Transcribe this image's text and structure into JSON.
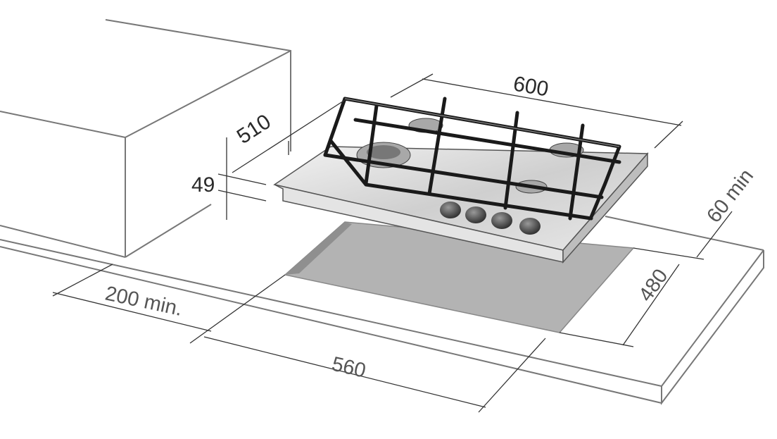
{
  "diagram": {
    "labels": {
      "width_hob": "600",
      "depth_hob": "510",
      "height_hob": "49",
      "min_back": "60 min",
      "cutout_depth": "480",
      "min_side": "200 min.",
      "cutout_width": "560"
    },
    "colors": {
      "outline": "#777777",
      "cutout": "#b3b3b3",
      "hob_surface": "#d9d9d9",
      "grate": "#1a1a1a"
    }
  }
}
